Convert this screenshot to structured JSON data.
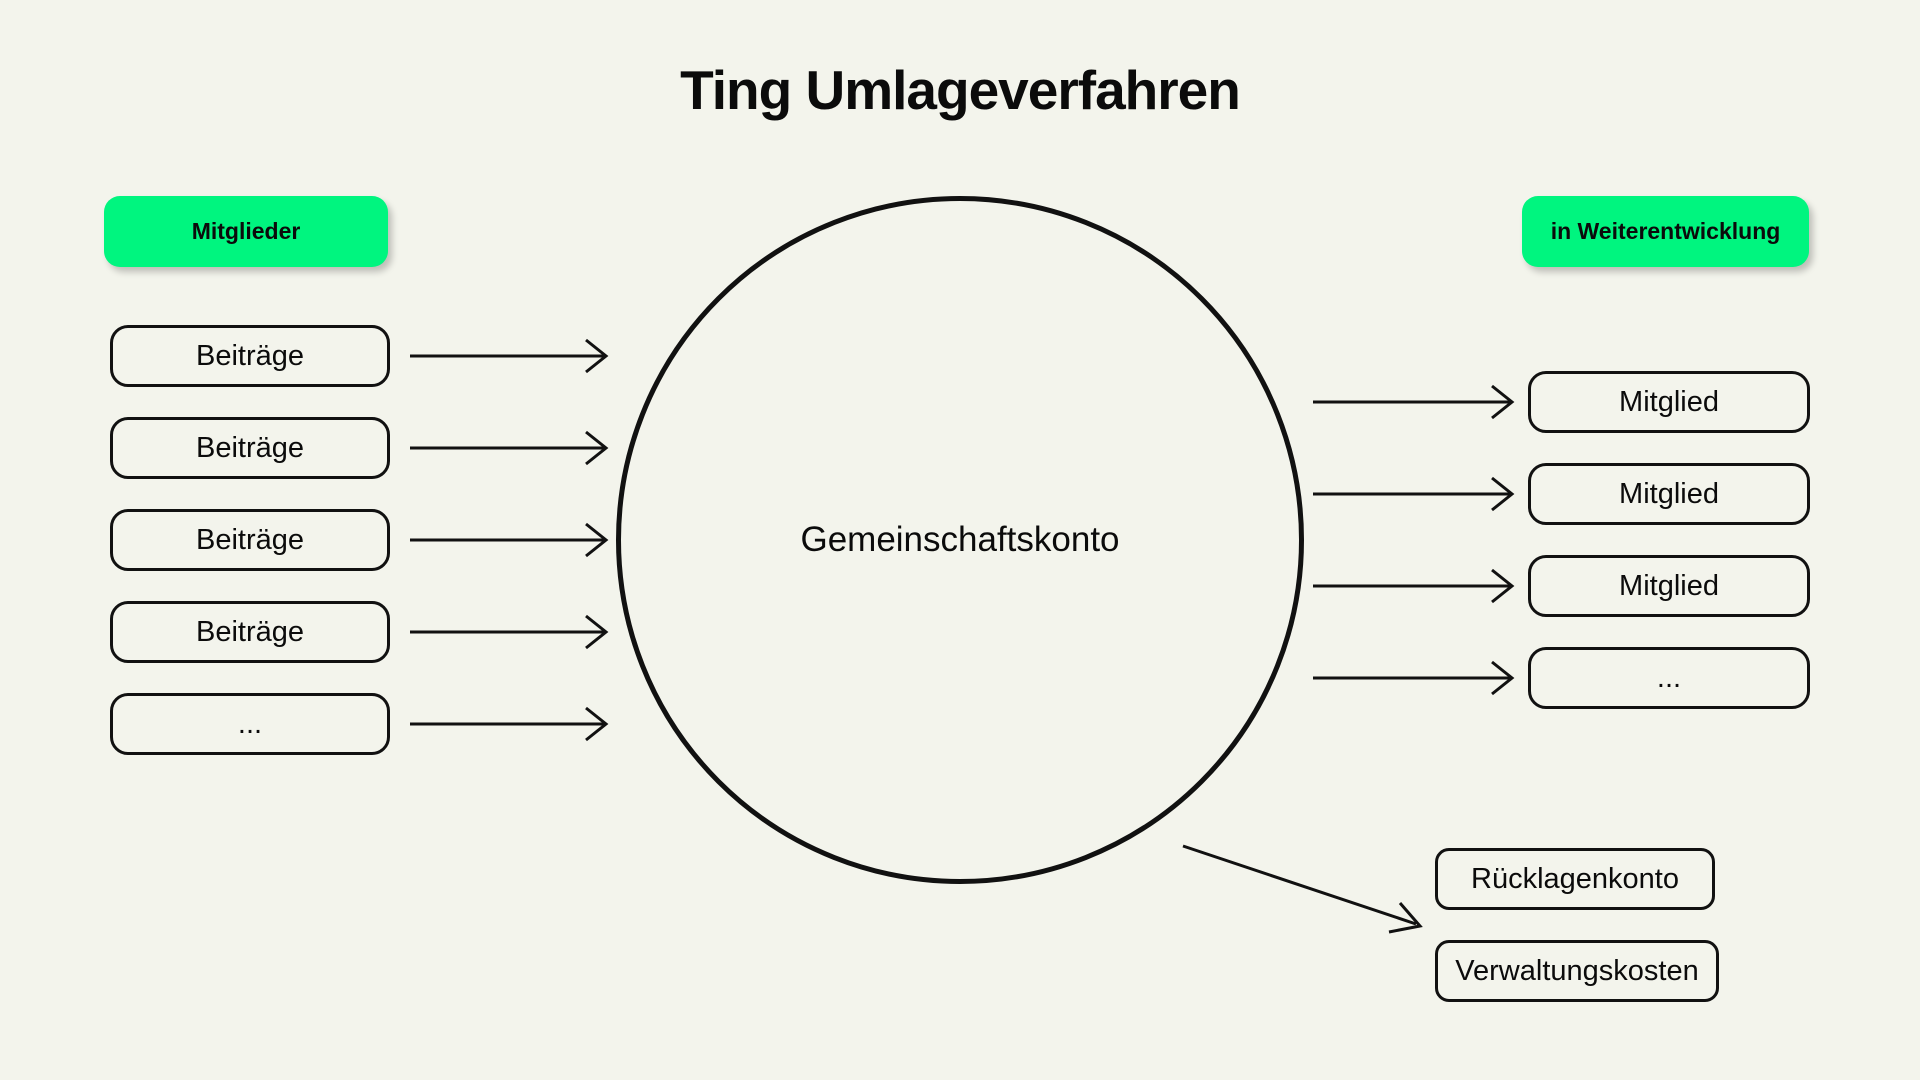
{
  "title": "Ting Umlageverfahren",
  "colors": {
    "background": "#F3F4EC",
    "accent_green": "#00F57F",
    "stroke": "#111111"
  },
  "badges": {
    "left": "Mitglieder",
    "right": "in Weiterentwicklung"
  },
  "left_column": {
    "boxes": [
      {
        "label": "Beiträge"
      },
      {
        "label": "Beiträge"
      },
      {
        "label": "Beiträge"
      },
      {
        "label": "Beiträge"
      },
      {
        "label": "..."
      }
    ]
  },
  "center": {
    "label": "Gemeinschaftskonto"
  },
  "right_column": {
    "boxes": [
      {
        "label": "Mitglied"
      },
      {
        "label": "Mitglied"
      },
      {
        "label": "Mitglied"
      },
      {
        "label": "..."
      }
    ]
  },
  "bottom_right": {
    "boxes": [
      {
        "label": "Rücklagenkonto"
      },
      {
        "label": "Verwaltungskosten"
      }
    ]
  }
}
